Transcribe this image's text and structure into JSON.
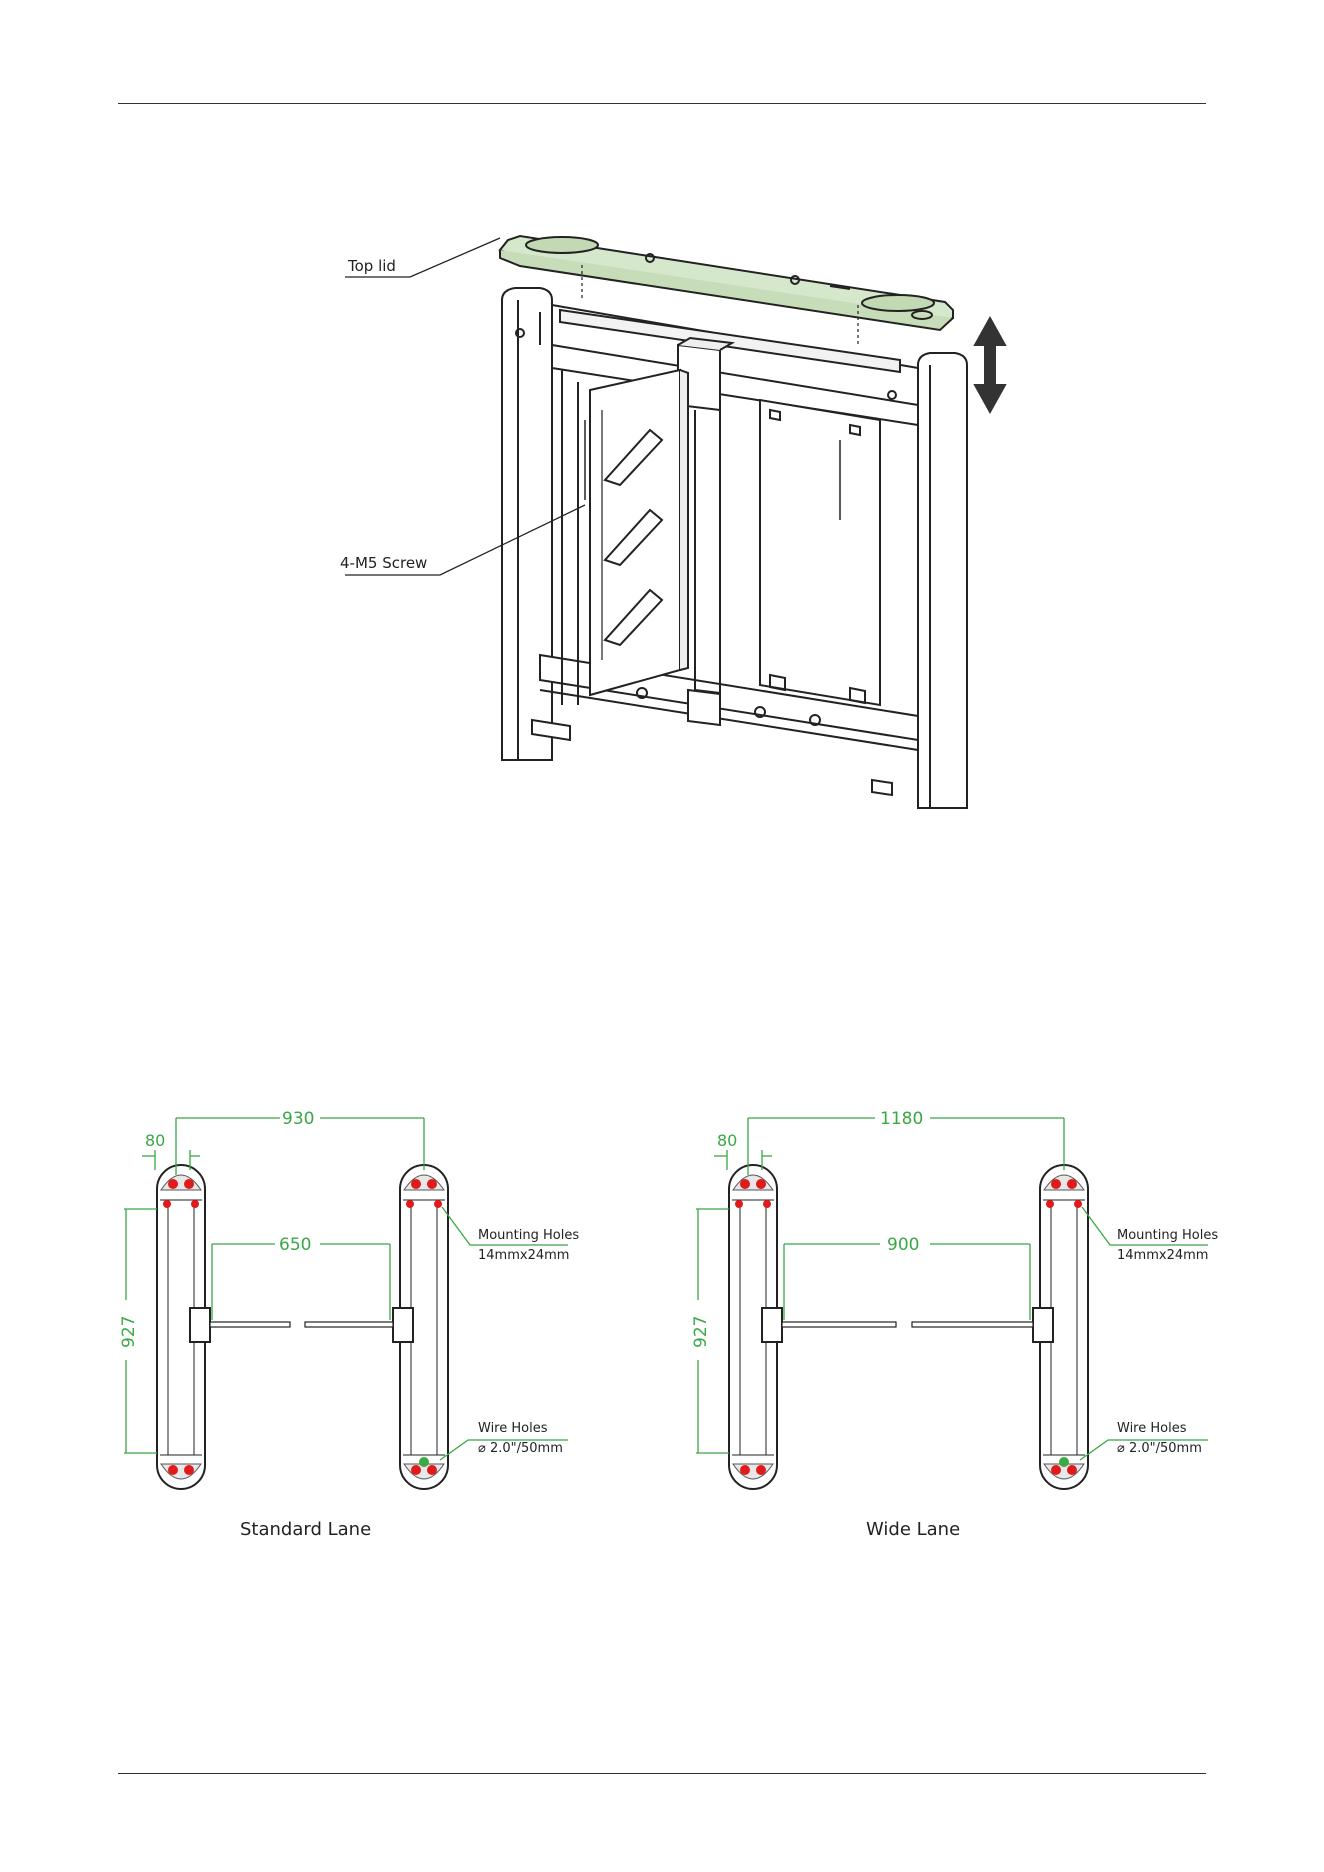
{
  "figure1": {
    "label_top_lid": "Top lid",
    "label_screw": "4-M5 Screw"
  },
  "figure2": {
    "standard": {
      "caption": "Standard Lane",
      "dim_outer": "930",
      "dim_inner": "650",
      "dim_width": "80",
      "dim_length": "927",
      "mounting_label": "Mounting Holes",
      "mounting_size": "14mmx24mm",
      "wire_label": "Wire Holes",
      "wire_size": "⌀ 2.0\"/50mm"
    },
    "wide": {
      "caption": "Wide Lane",
      "dim_outer": "1180",
      "dim_inner": "900",
      "dim_width": "80",
      "dim_length": "927",
      "mounting_label": "Mounting Holes",
      "mounting_size": "14mmx24mm",
      "wire_label": "Wire Holes",
      "wire_size": "⌀ 2.0\"/50mm"
    }
  },
  "colors": {
    "lid": "#d6e8cc",
    "dimension": "#39a845",
    "hole": "#e01b1b",
    "line": "#222222"
  }
}
